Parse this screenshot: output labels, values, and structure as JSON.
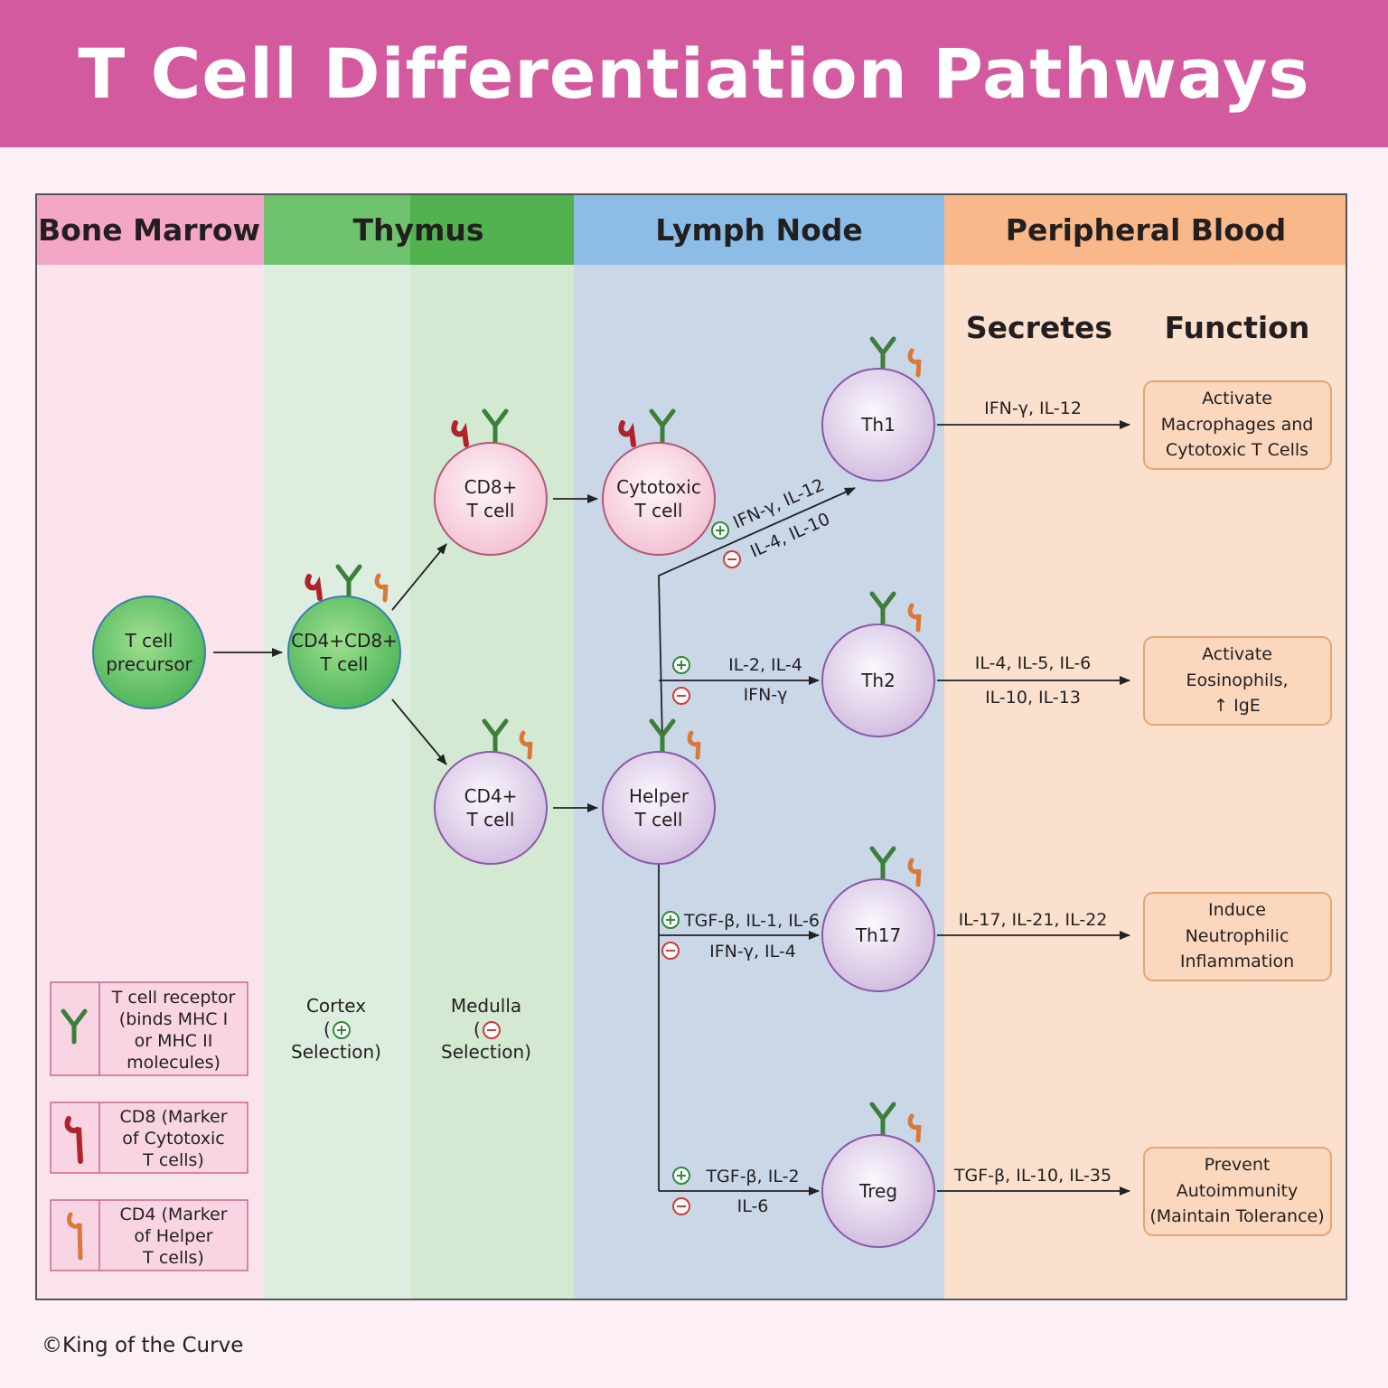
{
  "title": "T Cell Differentiation Pathways",
  "zones": {
    "bone_marrow": "Bone Marrow",
    "thymus": "Thymus",
    "lymph_node": "Lymph Node",
    "peripheral_blood": "Peripheral Blood"
  },
  "columns": {
    "secretes": "Secretes",
    "function": "Function"
  },
  "cells": {
    "precursor": [
      "T cell",
      "precursor"
    ],
    "double_positive": [
      "CD4+CD8+",
      "T cell"
    ],
    "cd8": [
      "CD8+",
      "T cell"
    ],
    "cd4": [
      "CD4+",
      "T cell"
    ],
    "cytotoxic": [
      "Cytotoxic",
      "T cell"
    ],
    "helper": [
      "Helper",
      "T cell"
    ],
    "th1": [
      "Th1"
    ],
    "th2": [
      "Th2"
    ],
    "th17": [
      "Th17"
    ],
    "treg": [
      "Treg"
    ]
  },
  "signals": {
    "th1": {
      "plus": "IFN-γ, IL-12",
      "minus": "IL-4, IL-10"
    },
    "th2": {
      "plus": "IL-2, IL-4",
      "minus": "IFN-γ"
    },
    "th17": {
      "plus": "TGF-β, IL-1, IL-6",
      "minus": "IFN-γ, IL-4"
    },
    "treg": {
      "plus": "TGF-β, IL-2",
      "minus": "IL-6"
    }
  },
  "secretes": {
    "th1": [
      "IFN-γ, IL-12"
    ],
    "th2": [
      "IL-4, IL-5, IL-6",
      "IL-10, IL-13"
    ],
    "th17": [
      "IL-17, IL-21, IL-22"
    ],
    "treg": [
      "TGF-β, IL-10, IL-35"
    ]
  },
  "functions": {
    "th1": [
      "Activate",
      "Macrophages and",
      "Cytotoxic T Cells"
    ],
    "th2": [
      "Activate",
      "Eosinophils,",
      "↑ IgE"
    ],
    "th17": [
      "Induce",
      "Neutrophilic",
      "Inflammation"
    ],
    "treg": [
      "Prevent",
      "Autoimmunity",
      "(Maintain Tolerance)"
    ]
  },
  "thymus_regions": {
    "cortex": {
      "name": "Cortex",
      "paren_open": "(",
      "rest": "Selection)"
    },
    "medulla": {
      "name": "Medulla",
      "paren_open": "(",
      "rest": "Selection)"
    }
  },
  "legend": [
    {
      "icon": "tcr-icon",
      "lines": [
        "T cell receptor",
        "(binds MHC I",
        "or MHC II",
        "molecules)"
      ]
    },
    {
      "icon": "cd8-icon",
      "lines": [
        "CD8 (Marker",
        "of Cytotoxic",
        "T cells)"
      ]
    },
    {
      "icon": "cd4-icon",
      "lines": [
        "CD4 (Marker",
        "of Helper",
        "T cells)"
      ]
    }
  ],
  "footer": "©King of the Curve",
  "colors": {
    "header": "#d45a9f",
    "bone_marrow": "#f4a6c6",
    "thymus": "#6fc36f",
    "lymph_node": "#8cbde6",
    "peripheral_blood": "#f9b88a",
    "tcr": "#3d7f3a",
    "cd8": "#b0222c",
    "cd4": "#d9783a",
    "plus": "#2f8a3a",
    "minus": "#d33a3a"
  }
}
